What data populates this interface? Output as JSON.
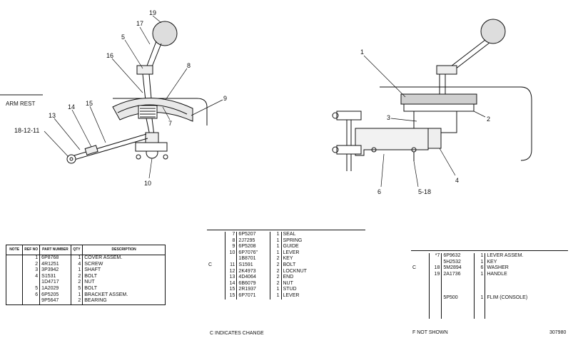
{
  "diagram": {
    "armrest_label": "ARM REST",
    "left_callouts": [
      "19",
      "17",
      "5",
      "16",
      "8",
      "9",
      "7",
      "13",
      "14",
      "15",
      "18-12-11",
      "10"
    ],
    "right_callouts": [
      "1",
      "3",
      "2",
      "4",
      "6",
      "5-18"
    ]
  },
  "table1": {
    "headers": [
      "NOTE",
      "REF NO",
      "PART NUMBER",
      "QTY",
      "DESCRIPTION"
    ],
    "rows": [
      {
        "note": "",
        "ref": "1",
        "part": "6P8768",
        "qty": "1",
        "desc": "COVER ASSEM."
      },
      {
        "note": "",
        "ref": "2",
        "part": "4R1251",
        "qty": "4",
        "desc": "SCREW"
      },
      {
        "note": "",
        "ref": "3",
        "part": "3P3942",
        "qty": "1",
        "desc": "SHAFT"
      },
      {
        "note": "",
        "ref": "4",
        "part": "S1531",
        "qty": "2",
        "desc": "BOLT"
      },
      {
        "note": "",
        "ref": "",
        "part": "1D4717",
        "qty": "2",
        "desc": "NUT"
      },
      {
        "note": "",
        "ref": "5",
        "part": "1A2029",
        "qty": "5",
        "desc": "BOLT"
      },
      {
        "note": "",
        "ref": "6",
        "part": "6P5205",
        "qty": "1",
        "desc": "BRACKET ASSEM."
      },
      {
        "note": "",
        "ref": "",
        "part": "9P5647",
        "qty": "2",
        "desc": "BEARING"
      }
    ]
  },
  "table2": {
    "rows": [
      {
        "note": "",
        "ref": "7",
        "part": "6P5207",
        "qty": "1",
        "desc": "SEAL"
      },
      {
        "note": "",
        "ref": "8",
        "part": "2J7295",
        "qty": "1",
        "desc": "SPRING"
      },
      {
        "note": "",
        "ref": "9",
        "part": "6P5208",
        "qty": "1",
        "desc": "GUIDE"
      },
      {
        "note": "",
        "ref": "10",
        "part": "6P7076\"",
        "qty": "1",
        "desc": "LEVER"
      },
      {
        "note": "",
        "ref": "",
        "part": "1B8701",
        "qty": "2",
        "desc": "KEY"
      },
      {
        "note": "C",
        "ref": "11",
        "part": "S1591",
        "qty": "2",
        "desc": "BOLT"
      },
      {
        "note": "",
        "ref": "12",
        "part": "2K4973",
        "qty": "2",
        "desc": "LOCKNUT"
      },
      {
        "note": "",
        "ref": "13",
        "part": "4D4064",
        "qty": "2",
        "desc": "END"
      },
      {
        "note": "",
        "ref": "14",
        "part": "6B6079",
        "qty": "2",
        "desc": "NUT"
      },
      {
        "note": "",
        "ref": "15",
        "part": "2R1937",
        "qty": "1",
        "desc": "STUD"
      },
      {
        "note": "",
        "ref": "15",
        "part": "6P7071",
        "qty": "1",
        "desc": "LEVER"
      }
    ],
    "footnote": "C   INDICATES CHANGE"
  },
  "table3": {
    "rows": [
      {
        "note": "",
        "ref": "*7",
        "part": "6P9632",
        "qty": "1",
        "desc": "LEVER ASSEM."
      },
      {
        "note": "",
        "ref": "",
        "part": "5H2532",
        "qty": "1",
        "desc": "KEY"
      },
      {
        "note": "C",
        "ref": "18",
        "part": "5M2894",
        "qty": "6",
        "desc": "WASHER"
      },
      {
        "note": "",
        "ref": "19",
        "part": "2A1736",
        "qty": "1",
        "desc": "HANDLE"
      },
      {
        "note": "",
        "ref": "",
        "part": "5P500",
        "qty": "1",
        "desc": "FLIM (CONSOLE)"
      }
    ],
    "footnote": "F   NOT SHOWN",
    "drawing_number": "307980"
  }
}
